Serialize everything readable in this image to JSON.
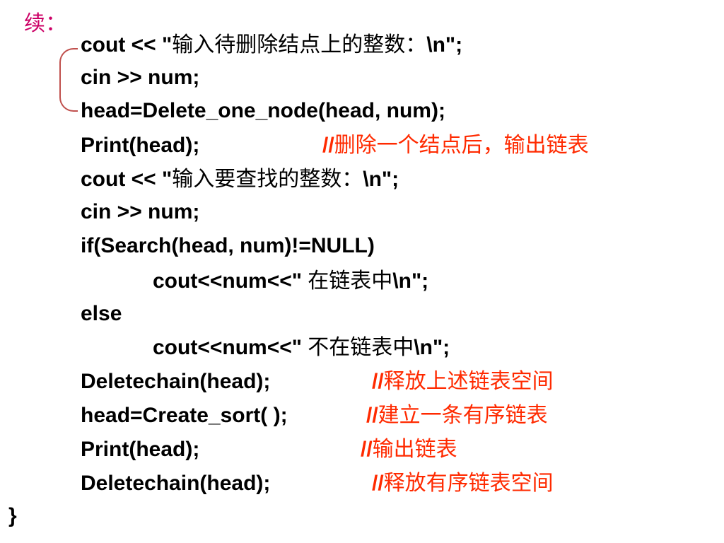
{
  "continue_label": "续：",
  "code_lines": [
    {
      "pre": "cout << \"",
      "cn": "输入待删除结点上的整数：",
      "post": "\\n\";"
    },
    {
      "pre": "cin >> num;",
      "cn": "",
      "post": ""
    },
    {
      "pre": "head=Delete_one_node(head, num);",
      "cn": "",
      "post": ""
    },
    {
      "pre": "Print(head);",
      "cn": "",
      "post": ""
    },
    {
      "pre": "cout << \"",
      "cn": "输入要查找的整数：",
      "post": "\\n\";"
    },
    {
      "pre": "cin >> num;",
      "cn": "",
      "post": ""
    },
    {
      "pre": "if(Search(head, num)!=NULL)",
      "cn": "",
      "post": ""
    },
    {
      "pre": "cout<<num<<\" ",
      "cn": "在链表中",
      "post": "\\n\";"
    },
    {
      "pre": "else",
      "cn": "",
      "post": ""
    },
    {
      "pre": "cout<<num<<\" ",
      "cn": "不在链表中",
      "post": "\\n\";"
    },
    {
      "pre": "Deletechain(head);",
      "cn": "",
      "post": ""
    },
    {
      "pre": "head=Create_sort( );",
      "cn": "",
      "post": ""
    },
    {
      "pre": "Print(head);",
      "cn": "",
      "post": ""
    },
    {
      "pre": "Deletechain(head);",
      "cn": "",
      "post": ""
    }
  ],
  "comments": [
    {
      "slashes": "//",
      "text": "删除一个结点后，输出链表"
    },
    {
      "slashes": "//",
      "text": "释放上述链表空间"
    },
    {
      "slashes": "//",
      "text": "建立一条有序链表"
    },
    {
      "slashes": "//",
      "text": "输出链表"
    },
    {
      "slashes": "//",
      "text": "释放有序链表空间"
    }
  ],
  "closing_brace": "}",
  "colors": {
    "code": "#000000",
    "comment": "#ff2a00",
    "continue_label": "#cc0066",
    "bracket": "#c0504d"
  }
}
